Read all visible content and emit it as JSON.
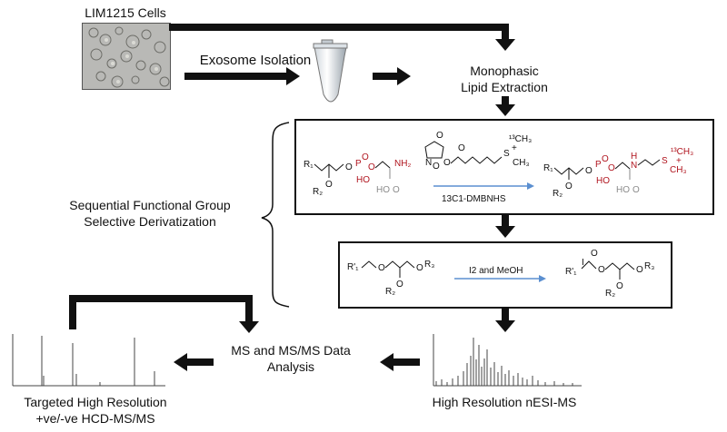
{
  "labels": {
    "cells": "LIM1215 Cells",
    "exosome": "Exosome Isolation",
    "extraction_line1": "Monophasic",
    "extraction_line2": "Lipid Extraction",
    "derivatization_line1": "Sequential Functional Group",
    "derivatization_line2": "Selective Derivatization",
    "reagent1": "13C1-DMBNHS",
    "reagent2": "I2 and MeOH",
    "analysis_line1": "MS and MS/MS Data",
    "analysis_line2": "Analysis",
    "nesi": "High Resolution nESI-MS",
    "hcd_line1": "Targeted High Resolution",
    "hcd_line2": "+ve/-ve HCD-MS/MS"
  },
  "colors": {
    "arrow": "#111111",
    "reaction_arrow": "#5b8fd0",
    "highlight": "#b0141e",
    "muted": "#8a8a8a"
  }
}
